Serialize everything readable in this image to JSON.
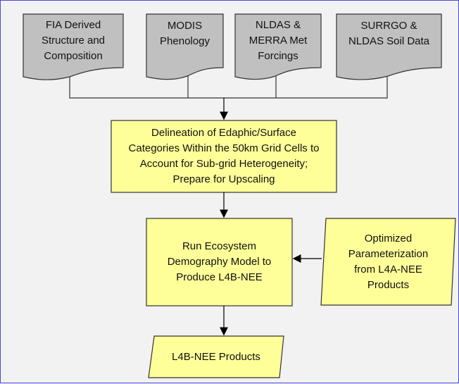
{
  "diagram": {
    "inputs": [
      {
        "label": "FIA Derived\nStructure and\nComposition"
      },
      {
        "label": "MODIS\nPhenology"
      },
      {
        "label": "NLDAS &\nMERRA Met\nForcings"
      },
      {
        "label": "SURRGO &\nNLDAS Soil Data"
      }
    ],
    "process_delineation": {
      "label": "Delineation of Edaphic/Surface\nCategories Within the 50km Grid Cells to\nAccount for Sub-grid Heterogeneity;\nPrepare for Upscaling"
    },
    "process_run_model": {
      "label": "Run Ecosystem\nDemography Model to\nProduce L4B-NEE"
    },
    "input_parameterization": {
      "label": "Optimized\nParameterization\nfrom  L4A-NEE\nProducts"
    },
    "output_products": {
      "label": "L4B-NEE Products"
    },
    "colors": {
      "document_fill": "#c0c0c0",
      "process_fill": "#ffff99",
      "border": "#333333",
      "background": "#f2f2f2"
    }
  }
}
